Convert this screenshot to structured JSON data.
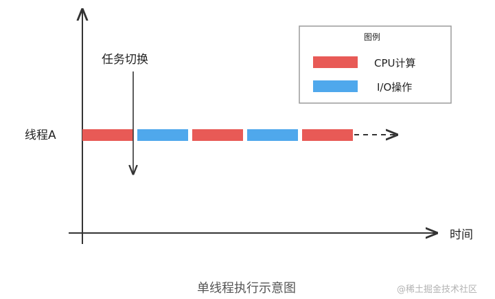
{
  "diagram": {
    "colors": {
      "cpu": "#e85a56",
      "io": "#4fa8ec",
      "axis": "#333333",
      "legend_border": "#9a9a9a",
      "caption": "#555555",
      "watermark": "#b3b3b3"
    },
    "legend": {
      "title": "图例",
      "items": [
        {
          "label": "CPU计算",
          "color": "#e85a56"
        },
        {
          "label": "I/O操作",
          "color": "#4fa8ec"
        }
      ]
    },
    "thread_label": "线程A",
    "switch_label": "任务切换",
    "x_axis_label": "时间",
    "segments": [
      {
        "kind": "cpu"
      },
      {
        "kind": "io"
      },
      {
        "kind": "cpu"
      },
      {
        "kind": "io"
      },
      {
        "kind": "cpu"
      }
    ]
  },
  "caption": "单线程执行示意图",
  "watermark": "@稀土掘金技术社区"
}
